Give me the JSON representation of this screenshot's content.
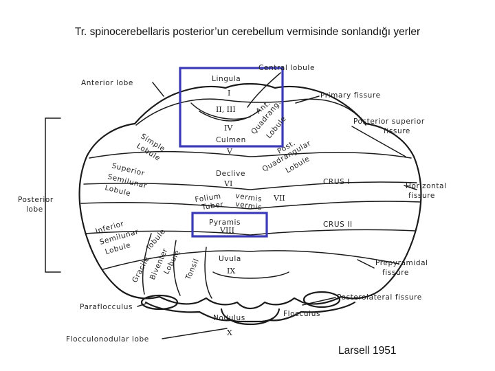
{
  "slide": {
    "title": "Tr. spinocerebellaris posterior’un cerebellum vermisinde sonlandığı yerler",
    "credit": "Larsell 1951"
  },
  "colors": {
    "highlight": "#3a3ab8",
    "line": "#1a1a1a"
  },
  "diagram": {
    "labels": {
      "central_lobule": "Central lobule",
      "anterior_lobe": "Anterior  lobe",
      "lingula": "Lingula",
      "primary_fissure": "Primary  fissure",
      "posterior_superior_fissure_1": "Posterior  superior",
      "posterior_superior_fissure_2": "fissure",
      "ant_quad_1": "Ant.",
      "ant_quad_2": "Quadrang.",
      "ant_quad_3": "Lobule",
      "culmen": "Culmen",
      "simple_lobule_1": "Simple",
      "simple_lobule_2": "Lobule",
      "post_quad_1": "Post.",
      "post_quad_2": "Quadrangular",
      "post_quad_3": "Lobule",
      "superior_semilunar_1": "Superior",
      "superior_semilunar_2": "Semilunar",
      "superior_semilunar_3": "Lobule",
      "declive": "Declive",
      "crus_1": "CRUS  I",
      "horizontal_fissure_1": "Horizontal",
      "horizontal_fissure_2": "fissure",
      "posterior_lobe_1": "Posterior",
      "posterior_lobe_2": "lobe",
      "folium_vermis_1": "Folium",
      "folium_vermis_2": "vermis",
      "tuber_vermis_1": "Tuber",
      "tuber_vermis_2": "vermis",
      "pyramis": "Pyramis",
      "crus_2": "CRUS  II",
      "inferior_semilunar_1": "Inferior",
      "inferior_semilunar_2": "Semilunar",
      "inferior_semilunar_3": "Lobule",
      "gracile_lobule_1": "Gracile",
      "gracile_lobule_2": "lobule",
      "biventer_lobule_1": "Biventer",
      "biventer_lobule_2": "Lobule",
      "tonsil": "Tonsil",
      "uvula": "Uvula",
      "prepyramidal_fissure_1": "Prepyramidal",
      "prepyramidal_fissure_2": "fissure",
      "posterolateral_fissure": "Posterolateral  fissure",
      "paraflocculus": "Paraflocculus",
      "nodulus": "Nodulus",
      "flocculus": "Flocculus",
      "flocculonodular_lobe": "Flocculonodular  lobe"
    },
    "numerals": {
      "n1": "I",
      "n2_3": "II, III",
      "n4": "IV",
      "n5": "V",
      "n6": "VI",
      "n7": "VII",
      "n8": "VIII",
      "n9": "IX",
      "n10": "X"
    }
  }
}
